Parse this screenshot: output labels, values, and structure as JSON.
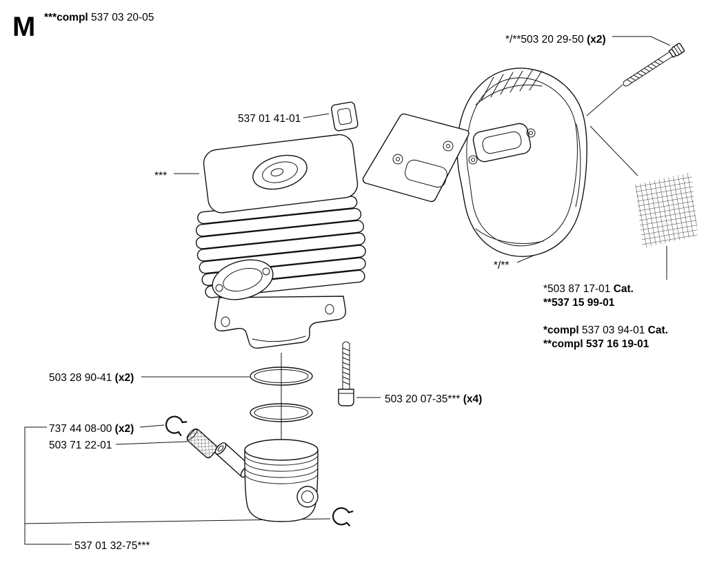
{
  "page": {
    "letter": "M"
  },
  "colors": {
    "ink": "#111111",
    "background": "#ffffff"
  },
  "labels": {
    "assembly": {
      "bold": "***compl",
      "regular": " 537 03 20-05"
    },
    "bolt": {
      "regular": "*/**503 20 29-50 ",
      "bold": "(x2)"
    },
    "bracket": {
      "regular": "537 01 41-01"
    },
    "cylinder_ref": {
      "regular": "***"
    },
    "muffler_ref": {
      "regular": "*/**"
    },
    "muffler_cat_line1": {
      "regular": "*503 87 17-01 ",
      "bold": "Cat."
    },
    "muffler_cat_line2": {
      "bold": "**537 15 99-01"
    },
    "compl_cat_line1": {
      "bold1": "*compl",
      "regular": " 537 03 94-01 ",
      "bold2": "Cat."
    },
    "compl_cat_line2": {
      "bold": "**compl 537 16 19-01"
    },
    "rings": {
      "regular": "503 28 90-41 ",
      "bold": "(x2)"
    },
    "circlips": {
      "regular": "737 44 08-00 ",
      "bold": "(x2)"
    },
    "bearing": {
      "regular": "503 71 22-01"
    },
    "screws": {
      "regular": "503 20 07-35*** ",
      "bold": "(x4)"
    },
    "piston": {
      "regular": "537 01 32-75***"
    }
  }
}
